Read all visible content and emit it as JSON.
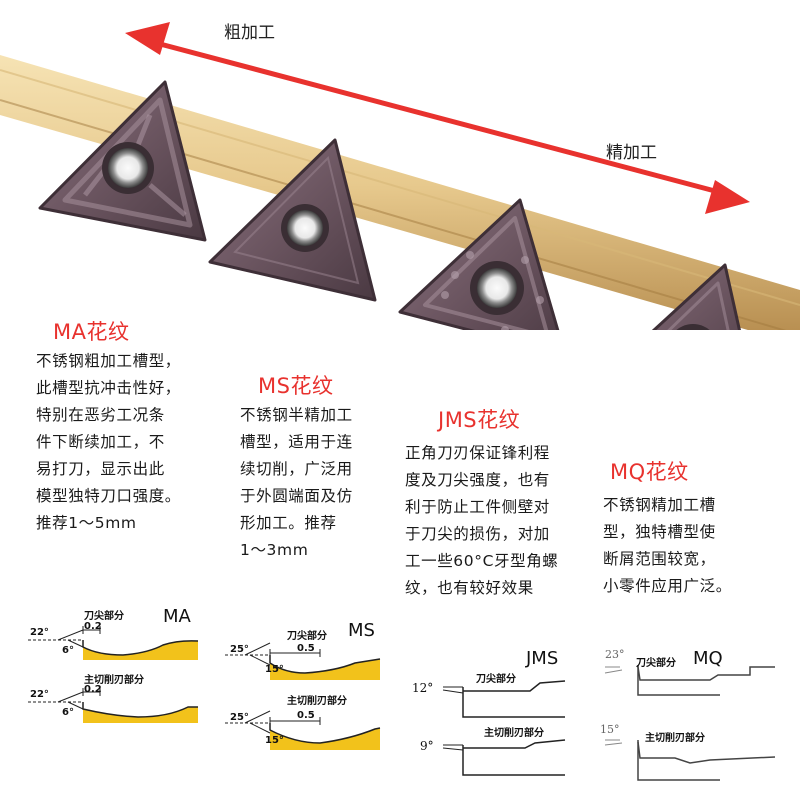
{
  "arrow": {
    "rough_label": "粗加工",
    "finish_label": "精加工"
  },
  "colors": {
    "accent_red": "#e8322e",
    "insert_purple": "#6b5560",
    "profile_yellow": "#f2c21b"
  },
  "inserts": [
    {
      "title": "MA花纹",
      "desc": [
        "不锈钢粗加工槽型，",
        "此槽型抗冲击性好，",
        "特别在恶劣工况条",
        "件下断续加工，不",
        "易打刀，显示出此",
        "模型独特刀口强度。",
        "推荐1～5mm"
      ],
      "profile_name": "MA",
      "tip_label": "刀尖部分",
      "main_label": "主切削刃部分",
      "tip_angles": [
        "22°",
        "6°"
      ],
      "tip_width": "0.2",
      "main_angles": [
        "22°",
        "6°"
      ],
      "main_width": "0.2"
    },
    {
      "title": "MS花纹",
      "desc": [
        "不锈钢半精加工",
        "槽型，适用于连",
        "续切削，广泛用",
        "于外圆端面及仿",
        "形加工。推荐",
        "1～3mm"
      ],
      "profile_name": "MS",
      "tip_label": "刀尖部分",
      "main_label": "主切削刃部分",
      "tip_angles": [
        "25°",
        "15°"
      ],
      "tip_width": "0.5",
      "main_angles": [
        "25°",
        "15°"
      ],
      "main_width": "0.5"
    },
    {
      "title": "JMS花纹",
      "desc": [
        "正角刀刃保证锋利程",
        "度及刀尖强度，也有",
        "利于防止工件侧壁对",
        "于刀尖的损伤，对加",
        "工一些60°C牙型角螺",
        "纹，也有较好效果"
      ],
      "profile_name": "JMS",
      "tip_label": "刀尖部分",
      "main_label": "主切削刃部分",
      "tip_angles": [
        "12°"
      ],
      "main_angles": [
        "9°"
      ]
    },
    {
      "title": "MQ花纹",
      "desc": [
        "不锈钢精加工槽",
        "型，独特槽型使",
        "断屑范围较宽，",
        "小零件应用广泛。"
      ],
      "profile_name": "MQ",
      "tip_label": "刀尖部分",
      "main_label": "主切削刃部分",
      "tip_angles": [
        "23°"
      ],
      "main_angles": [
        "15°"
      ]
    }
  ]
}
